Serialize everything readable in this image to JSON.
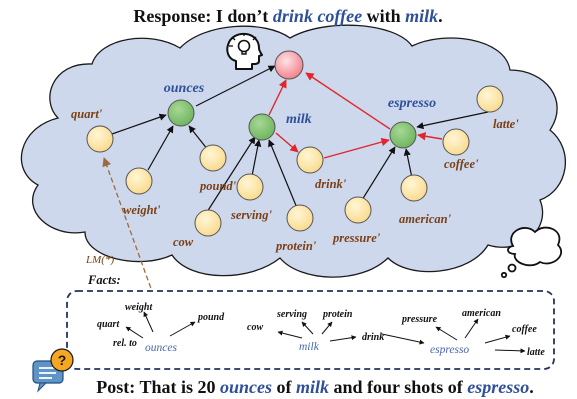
{
  "response": {
    "prefix": "Response: I don’t ",
    "emph1": "drink coffee",
    "middle": " with ",
    "emph2": "milk",
    "suffix": "."
  },
  "post": {
    "prefix": "Post: That is 20 ",
    "emph1": "ounces",
    "middle1": " of ",
    "emph2": "milk",
    "middle2": " and four shots of ",
    "emph3": "espresso",
    "suffix": "."
  },
  "graph": {
    "concepts": {
      "ounces": "ounces",
      "milk": "milk",
      "espresso": "espresso"
    },
    "neighbors": {
      "quart": "quart'",
      "weight": "weight'",
      "pound": "pound'",
      "cow": "cow",
      "serving": "serving'",
      "protein": "protein'",
      "drink": "drink'",
      "pressure": "pressure'",
      "american": "american'",
      "coffee": "coffee'",
      "latte": "latte'"
    },
    "lm_label": "LM(*)"
  },
  "facts": {
    "title": "Facts:",
    "ounces": "ounces",
    "quart": "quart",
    "weight": "weight",
    "pound": "pound",
    "rel_to": "rel. to",
    "milk": "milk",
    "cow": "cow",
    "serving": "serving",
    "protein": "protein",
    "drink": "drink",
    "espresso": "espresso",
    "pressure": "pressure",
    "american": "american",
    "coffee": "coffee",
    "latte": "latte"
  },
  "colors": {
    "cloud_fill": "#cdd8ed",
    "concept_node": "#8cc87a",
    "neighbor_node": "#fde8a6",
    "target_node": "#f78e96",
    "blue_text": "#2f4f99",
    "brown_text": "#7a3f14",
    "red_edge": "#e2252b",
    "lm_arrow": "#a0683d"
  },
  "icons": [
    "head-lightbulb-icon",
    "thought-bubble-icon",
    "question-chat-icon"
  ]
}
